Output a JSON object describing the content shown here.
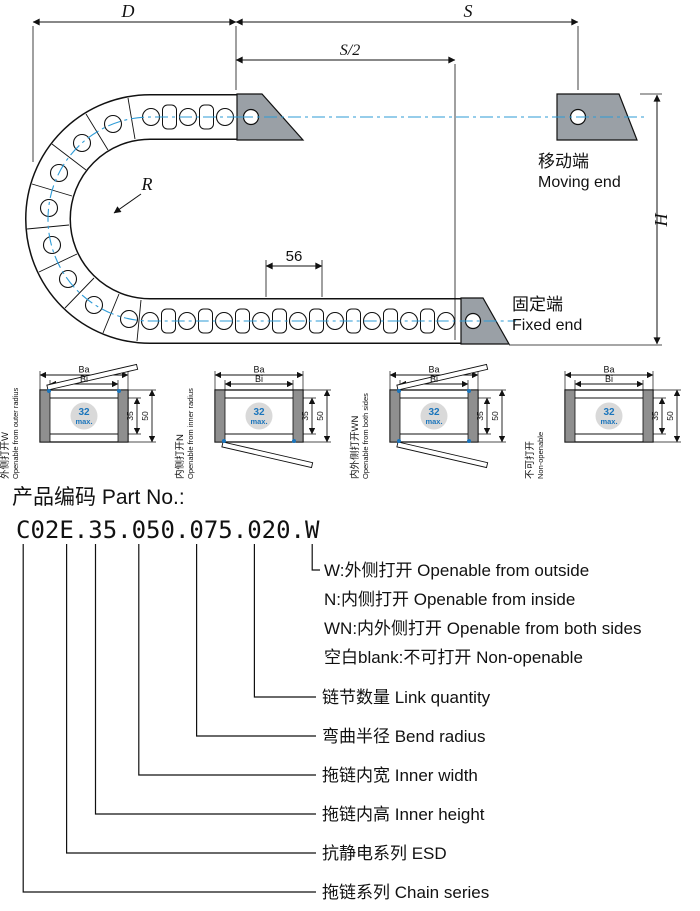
{
  "top_diagram": {
    "dim_d": "D",
    "dim_s": "S",
    "dim_s_half": "S/2",
    "dim_pitch": "56",
    "dim_h": "H",
    "dim_r": "R",
    "moving_end_zh": "移动端",
    "moving_end_en": "Moving end",
    "fixed_end_zh": "固定端",
    "fixed_end_en": "Fixed end"
  },
  "cross_sections": {
    "dim_ba": "Ba",
    "dim_bi": "Bi",
    "dim_inner_height": "35",
    "dim_outer_height": "50",
    "cable_max": "32",
    "cable_max_suffix": "max.",
    "items": [
      {
        "zh": "外侧打开W",
        "en": "Openable from outer radius",
        "flaps": "outer"
      },
      {
        "zh": "内侧打开N",
        "en": "Openable from inner radius",
        "flaps": "inner"
      },
      {
        "zh": "内外侧打开WN",
        "en": "Openable from both sides",
        "flaps": "both"
      },
      {
        "zh": "不可打开",
        "en": "Non-openable",
        "flaps": "none"
      }
    ]
  },
  "part_no": {
    "heading": "产品编码 Part No.:",
    "code": "C02E.35.050.075.020.W",
    "suffix_legend": [
      "W:外侧打开 Openable from outside",
      "N:内侧打开 Openable from inside",
      "WN:内外侧打开 Openable from both sides",
      "空白blank:不可打开 Non-openable"
    ],
    "segment_legend": [
      "链节数量 Link quantity",
      "弯曲半径 Bend radius",
      "拖链内宽 Inner width",
      "拖链内高 Inner height",
      "抗静电系列 ESD",
      "拖链系列 Chain series"
    ]
  },
  "colors": {
    "accent_blue": "#1b75bc",
    "centerline_blue": "#2e9bd6",
    "bracket_gray": "#9aa0a6"
  }
}
